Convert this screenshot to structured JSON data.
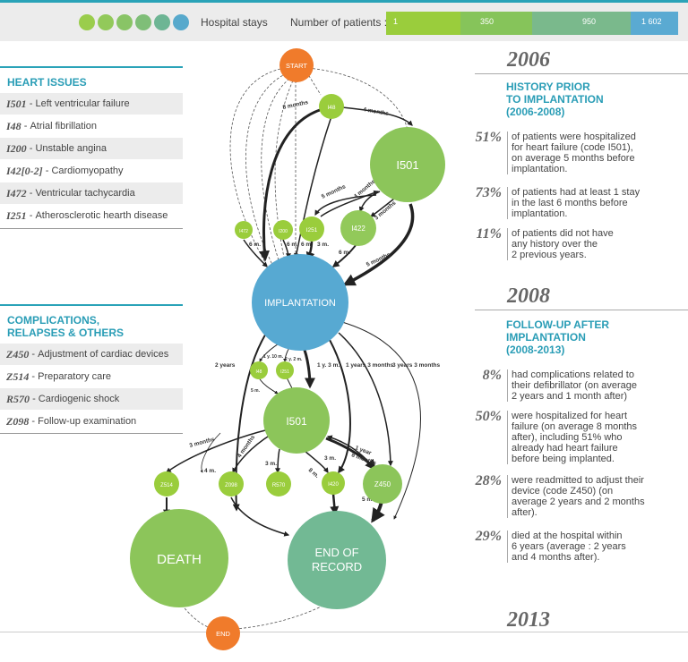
{
  "legend": {
    "hospital_stays_label": "Hospital stays",
    "patients_label": "Number of patients :",
    "dot_colors": [
      "#9acd4c",
      "#92c95a",
      "#89c466",
      "#7fbe78",
      "#6db594",
      "#57a9cc"
    ],
    "scale_colors": [
      "#9acd3c",
      "#86c45a",
      "#7ab98c",
      "#5aaad2"
    ],
    "scale_ticks": [
      "1",
      "350",
      "950",
      "1 602"
    ]
  },
  "heart_issues": {
    "title": "HEART ISSUES",
    "items": [
      {
        "code": "I501",
        "desc": "Left ventricular failure"
      },
      {
        "code": "I48",
        "desc": "Atrial fibrillation"
      },
      {
        "code": "I200",
        "desc": "Unstable angina"
      },
      {
        "code": "I42[0-2]",
        "desc": "Cardiomyopathy"
      },
      {
        "code": "I472",
        "desc": "Ventricular tachycardia"
      },
      {
        "code": "I251",
        "desc": "Atherosclerotic hearth disease"
      }
    ]
  },
  "complications": {
    "title_line1": "COMPLICATIONS,",
    "title_line2": "RELAPSES & OTHERS",
    "items": [
      {
        "code": "Z450",
        "desc": "Adjustment of cardiac devices"
      },
      {
        "code": "Z514",
        "desc": "Preparatory care"
      },
      {
        "code": "R570",
        "desc": "Cardiogenic shock"
      },
      {
        "code": "Z098",
        "desc": "Follow-up examination"
      }
    ]
  },
  "years": {
    "y2006": "2006",
    "y2008": "2008",
    "y2013": "2013"
  },
  "history": {
    "title_line1": "HISTORY PRIOR",
    "title_line2": "TO IMPLANTATION",
    "title_line3": "(2006-2008)",
    "stats": [
      {
        "pct": "51%",
        "lines": [
          "of patients were hospitalized",
          "for heart failure (code I501),",
          "on average 5 months before",
          "implantation."
        ]
      },
      {
        "pct": "73%",
        "lines": [
          "of patients had at least 1 stay",
          "in the last 6 months before",
          "implantation."
        ]
      },
      {
        "pct": "11%",
        "lines": [
          "of patients did not have",
          "any history over the",
          "2 previous years."
        ]
      }
    ]
  },
  "followup": {
    "title_line1": "FOLLOW-UP AFTER",
    "title_line2": "IMPLANTATION",
    "title_line3": "(2008-2013)",
    "stats": [
      {
        "pct": "8%",
        "lines": [
          "had complications related to",
          "their defibrillator (on average",
          "2 years and 1 month after)"
        ]
      },
      {
        "pct": "50%",
        "lines": [
          "were hospitalized for heart",
          "failure (on average 8 months",
          "after), including 51% who",
          "already had heart failure",
          "before being implanted."
        ]
      },
      {
        "pct": "28%",
        "lines": [
          "were readmitted to adjust their",
          "device (code Z450) (on",
          "average 2 years and 2 months",
          "after)."
        ]
      },
      {
        "pct": "29%",
        "lines": [
          "died at the hospital within",
          "6 years (average : 2 years",
          "and 4 months after)."
        ]
      }
    ]
  },
  "nodes": {
    "start": "START",
    "i48_top": "I48",
    "i501_top": "I501",
    "i472": "I472",
    "i200": "I200",
    "i251_top": "I251",
    "i422": "I422",
    "implantation": "IMPLANTATION",
    "i48_mid": "I48",
    "i251_mid": "I251",
    "i501_mid": "I501",
    "z514": "Z514",
    "z098": "Z098",
    "r570": "R570",
    "i420": "I420",
    "z450": "Z450",
    "death": "DEATH",
    "end_record_line1": "END OF",
    "end_record_line2": "RECORD",
    "end": "END"
  },
  "edge_labels": {
    "m8": "8 months",
    "m4": "4 months",
    "m5a": "5 months",
    "m4b": "4 months",
    "m3": "3 months",
    "m6a": "6 m.",
    "m6b": "6 m.",
    "m6c": "6 m.",
    "m3a": "3 m.",
    "m6d": "6 m.",
    "m5b": "5 months",
    "y2": "2 years",
    "y1m10": "1 y. 10 m.",
    "y2m2": "2 y. 2 m.",
    "y1m3": "1 y. 3 m.",
    "y1m3b": "1 years 3 months",
    "y3m3": "3 years 3 months",
    "m5c": "5 m.",
    "m3b": "3 months",
    "m4c": "4 m.",
    "m4d": "4 months",
    "m3c": "3 m.",
    "m8b": "8 m.",
    "m3d": "3 m.",
    "y1": "1 year",
    "m8c": "8 months",
    "m5d": "5 m."
  }
}
